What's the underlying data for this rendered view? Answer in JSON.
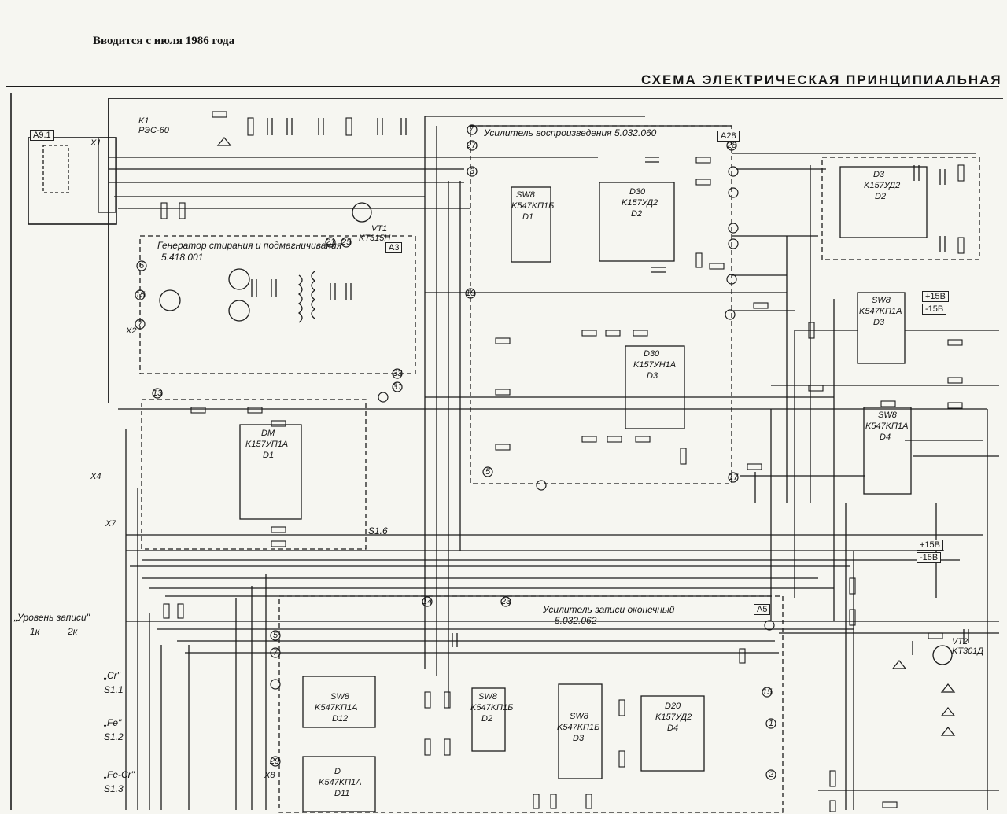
{
  "header": {
    "intro": "Вводится с июля 1986 года",
    "title": "СХЕМА ЭЛЕКТРИЧЕСКАЯ ПРИНЦИПИАЛЬНАЯ"
  },
  "blocks": {
    "playback_amp": "Усилитель воспроизведения  5.032.060",
    "generator": "Генератор стирания и подмагничивания",
    "generator_code": "5.418.001",
    "record_amp": "Усилитель записи оконечный",
    "record_amp_code": "5.032.062",
    "a3": "A3",
    "a5": "A5",
    "a9": "A9.1",
    "a28": "A28"
  },
  "chips": [
    {
      "name": "SW8",
      "part": "K547KП1Б",
      "ref": "D1"
    },
    {
      "name": "D30",
      "part": "K157УД2",
      "ref": "D2"
    },
    {
      "name": "D3",
      "part": "K157УД2",
      "ref": "D2"
    },
    {
      "name": "D30",
      "part": "K157УН1А",
      "ref": "D3"
    },
    {
      "name": "SW8",
      "part": "K547KП1А",
      "ref": "D3"
    },
    {
      "name": "SW8",
      "part": "K547KП1А",
      "ref": "D4"
    },
    {
      "name": "DM",
      "part": "K157УП1А",
      "ref": "D1"
    },
    {
      "name": "SW8",
      "part": "K547KП1А",
      "ref": "D12"
    },
    {
      "name": "SW8",
      "part": "K547KП1Б",
      "ref": "D2"
    },
    {
      "name": "SW8",
      "part": "K547KП1Б",
      "ref": "D3"
    },
    {
      "name": "D20",
      "part": "K157УД2",
      "ref": "D4"
    },
    {
      "name": "D",
      "part": "K547KП1А",
      "ref": "D11"
    }
  ],
  "labels": {
    "rec_level": "„Уровень записи\"",
    "rec_level_1k": "1к",
    "rec_level_2k": "2к",
    "s11": "S1.1",
    "s12": "S1.2",
    "s13": "S1.3",
    "cr": "„Cr\"",
    "fe": "„Fe\"",
    "fecr": "„Fe-Cr\"",
    "s16": "S1.6",
    "k1": "K1",
    "k1_part": "РЭС-60",
    "vt1": "VT1",
    "vt1_part": "KT315Н",
    "vt2": "VT2",
    "vt2_part": "KT301Д",
    "x1": "X1",
    "x4": "X4",
    "x2": "X2",
    "x7": "X7",
    "x8": "X8",
    "supply_pos": "+15В",
    "supply_neg": "-15В"
  },
  "nodes": [
    "7",
    "27",
    "3",
    "28",
    "21",
    "25",
    "6",
    "15",
    "7",
    "13",
    "33",
    "31",
    "19",
    "5",
    "17",
    "14",
    "23",
    "5",
    "7",
    "29",
    "1",
    "15",
    "2"
  ]
}
